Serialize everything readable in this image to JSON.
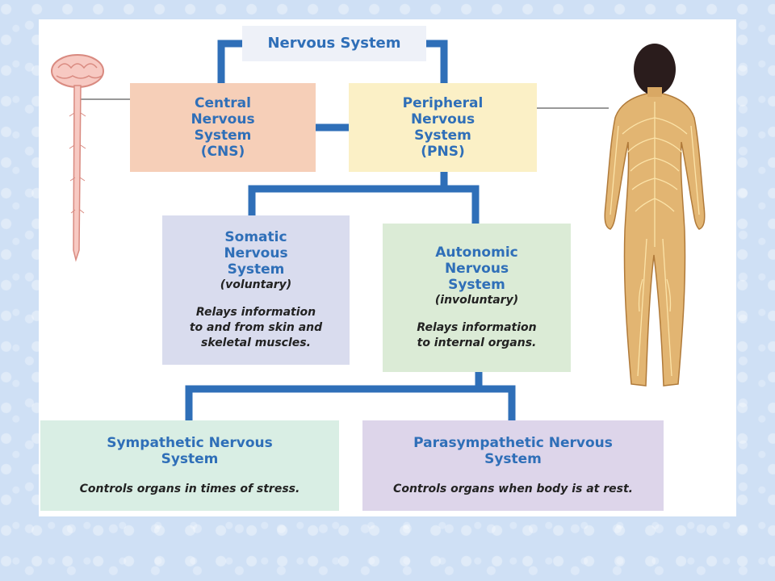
{
  "diagram": {
    "title": "Nervous System",
    "cns": {
      "title": "Central Nervous System (CNS)",
      "lines": [
        "Central",
        "Nervous",
        "System",
        "(CNS)"
      ]
    },
    "pns": {
      "title": "Peripheral Nervous System (PNS)",
      "lines": [
        "Peripheral",
        "Nervous",
        "System",
        "(PNS)"
      ]
    },
    "somatic": {
      "lines": [
        "Somatic",
        "Nervous",
        "System"
      ],
      "qualifier": "(voluntary)",
      "desc": [
        "Relays information",
        "to and from skin and",
        "skeletal muscles."
      ]
    },
    "autonomic": {
      "lines": [
        "Autonomic",
        "Nervous",
        "System"
      ],
      "qualifier": "(involuntary)",
      "desc": [
        "Relays information",
        "to internal organs."
      ]
    },
    "sympathetic": {
      "lines": [
        "Sympathetic Nervous",
        "System"
      ],
      "desc": "Controls organs in times of stress."
    },
    "parasympathetic": {
      "lines": [
        "Parasympathetic Nervous",
        "System"
      ],
      "desc": "Controls organs when body is at rest."
    }
  },
  "colors": {
    "connector": "#2f6fb8",
    "title_text": "#2f6fb8",
    "cns_fill": "#f6cfb8",
    "pns_fill": "#fbf0c6",
    "somatic_fill": "#d9dcee",
    "autonomic_fill": "#dbebd6",
    "sympathetic_fill": "#d9eee4",
    "parasympathetic_fill": "#ddd5ea",
    "page_background": "#cfe0f5"
  },
  "icons": {
    "brain_spine": "brain-spinal-cord-illustration",
    "human_body": "human-body-nerves-illustration"
  }
}
